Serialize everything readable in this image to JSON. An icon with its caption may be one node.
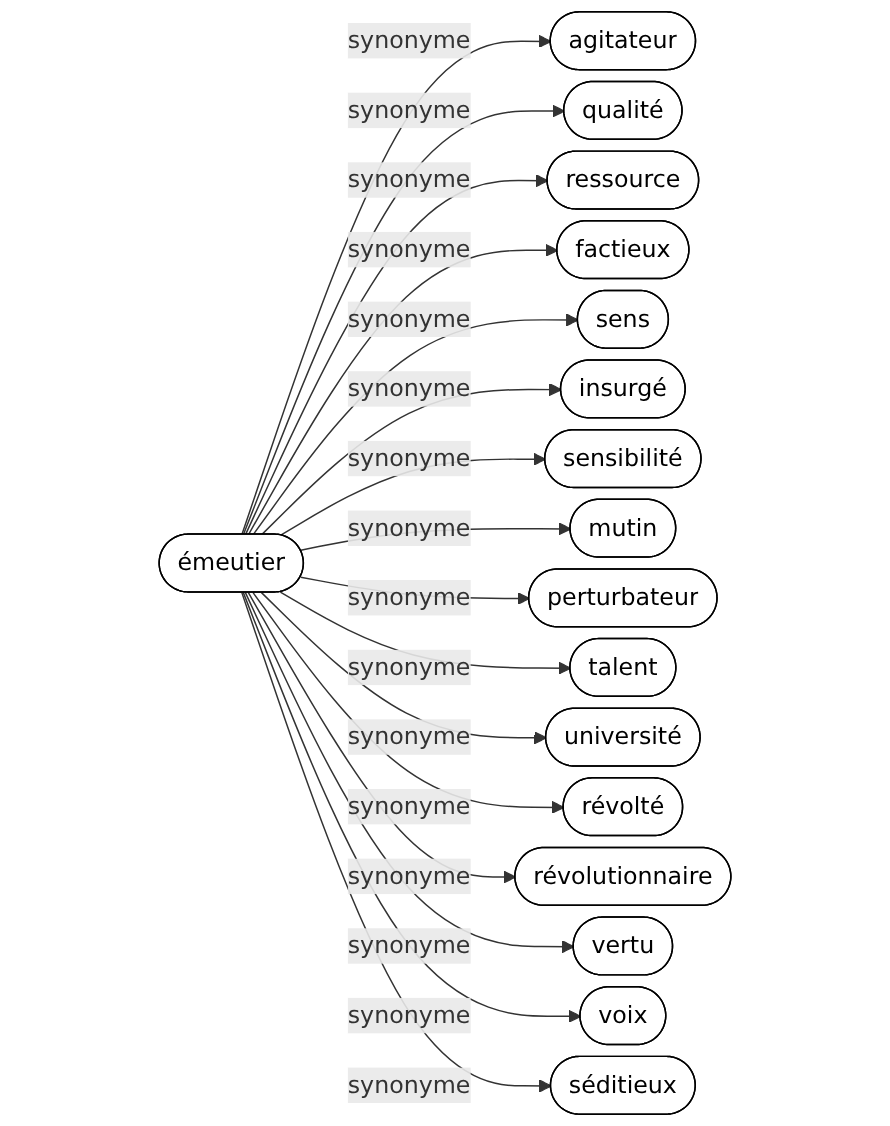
{
  "diagram": {
    "nodes": [
      {
        "text": [
          "émeutier"
        ]
      },
      {
        "text": [
          "agitateur"
        ]
      },
      {
        "text": [
          "qualité"
        ]
      },
      {
        "text": [
          "ressource"
        ]
      },
      {
        "text": [
          "factieux"
        ]
      },
      {
        "text": [
          "sens"
        ]
      },
      {
        "text": [
          "insurgé"
        ]
      },
      {
        "text": [
          "sensibilité"
        ]
      },
      {
        "text": [
          "mutin"
        ]
      },
      {
        "text": [
          "perturbateur"
        ]
      },
      {
        "text": [
          "talent"
        ]
      },
      {
        "text": [
          "université"
        ]
      },
      {
        "text": [
          "révolté"
        ]
      },
      {
        "text": [
          "révolutionnaire"
        ]
      },
      {
        "text": [
          "vertu"
        ]
      },
      {
        "text": [
          "voix"
        ]
      },
      {
        "text": [
          "séditieux"
        ]
      }
    ],
    "edges": [
      {
        "from": 0,
        "to": 1,
        "arrow": "to",
        "label": "synonyme"
      },
      {
        "from": 0,
        "to": 2,
        "arrow": "to",
        "label": "synonyme"
      },
      {
        "from": 0,
        "to": 3,
        "arrow": "to",
        "label": "synonyme"
      },
      {
        "from": 0,
        "to": 4,
        "arrow": "to",
        "label": "synonyme"
      },
      {
        "from": 0,
        "to": 5,
        "arrow": "to",
        "label": "synonyme"
      },
      {
        "from": 0,
        "to": 6,
        "arrow": "to",
        "label": "synonyme"
      },
      {
        "from": 0,
        "to": 7,
        "arrow": "to",
        "label": "synonyme"
      },
      {
        "from": 0,
        "to": 8,
        "arrow": "to",
        "label": "synonyme"
      },
      {
        "from": 0,
        "to": 9,
        "arrow": "to",
        "label": "synonyme"
      },
      {
        "from": 0,
        "to": 10,
        "arrow": "to",
        "label": "synonyme"
      },
      {
        "from": 0,
        "to": 11,
        "arrow": "to",
        "label": "synonyme"
      },
      {
        "from": 0,
        "to": 12,
        "arrow": "to",
        "label": "synonyme"
      },
      {
        "from": 0,
        "to": 13,
        "arrow": "to",
        "label": "synonyme"
      },
      {
        "from": 0,
        "to": 14,
        "arrow": "to",
        "label": "synonyme"
      },
      {
        "from": 0,
        "to": 15,
        "arrow": "to",
        "label": "synonyme"
      },
      {
        "from": 0,
        "to": 16,
        "arrow": "to",
        "label": "synonyme"
      }
    ]
  }
}
